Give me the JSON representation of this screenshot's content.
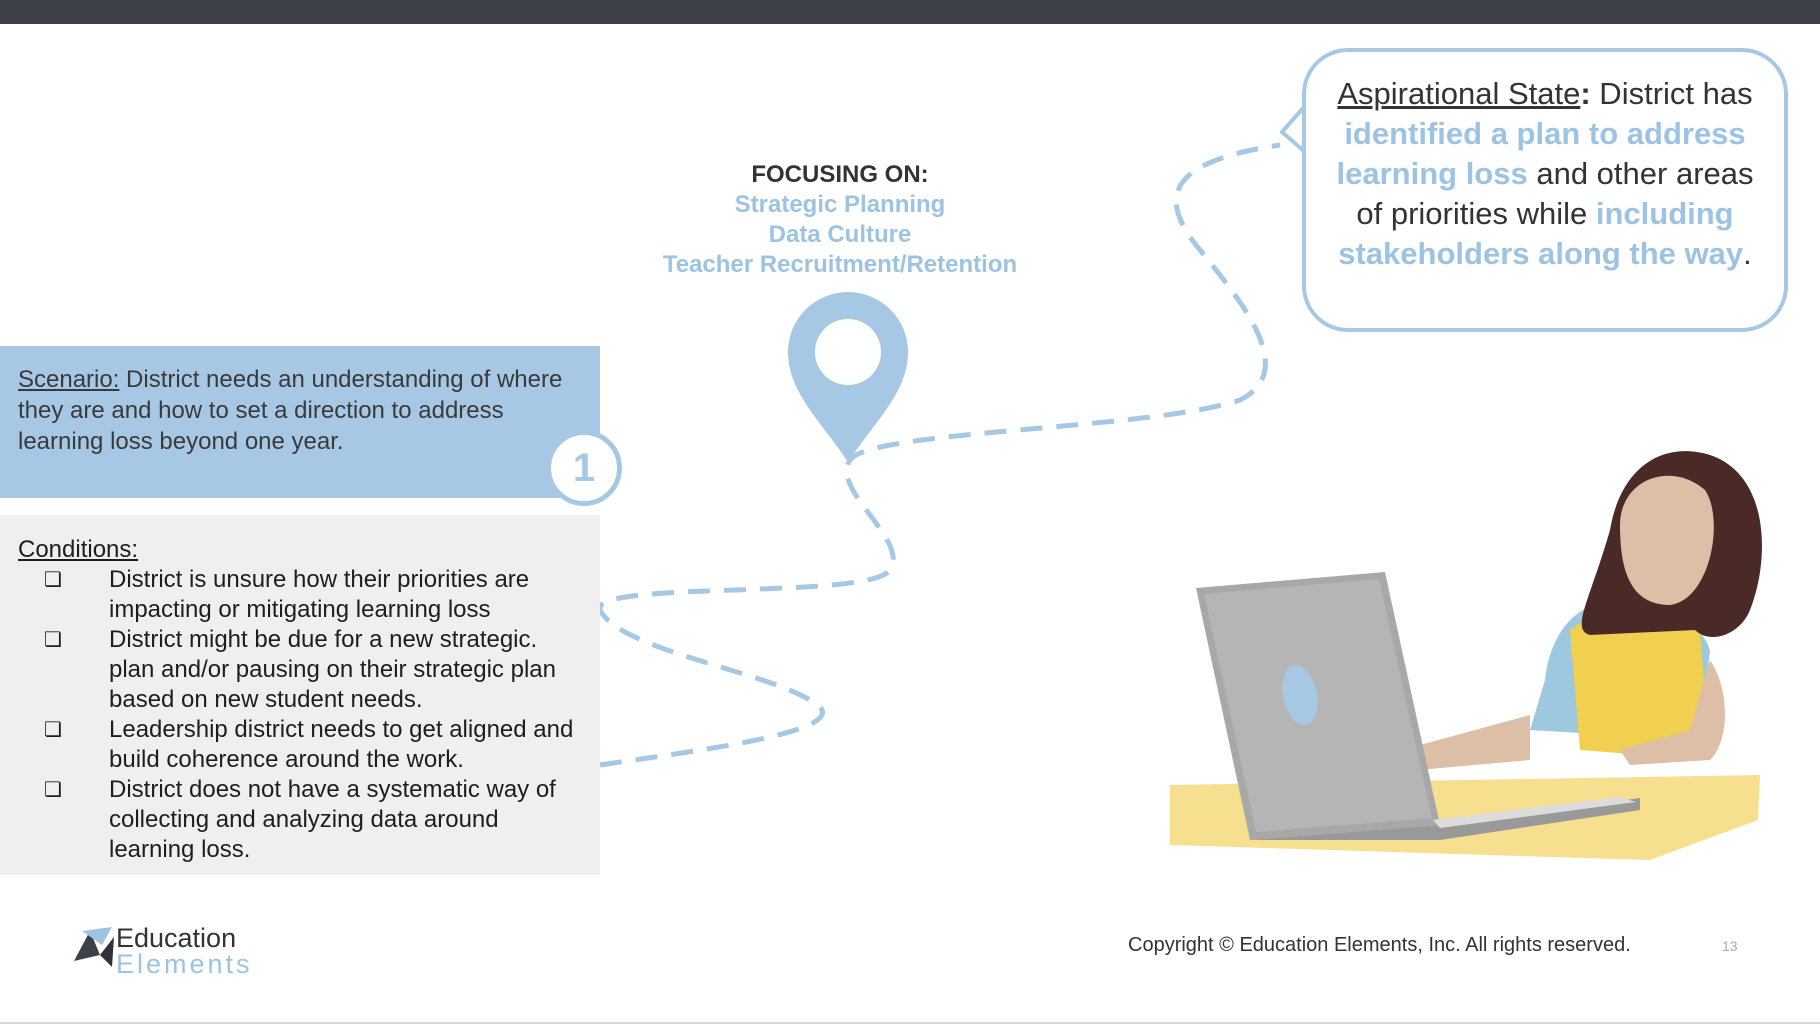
{
  "focusing": {
    "heading": "FOCUSING ON:",
    "items": [
      "Strategic Planning",
      "Data Culture",
      "Teacher Recruitment/Retention"
    ]
  },
  "scenario": {
    "label": "Scenario:",
    "text": " District needs an understanding of where they are and how to set a direction to address learning loss beyond one year."
  },
  "badge": {
    "number": "1"
  },
  "conditions": {
    "label": "Conditions:",
    "bullet": "❏",
    "items": [
      "District is unsure how their priorities are impacting or mitigating learning loss",
      "District might be due for a new strategic. plan and/or pausing on their strategic plan based on new student needs.",
      "Leadership district needs to get aligned and build coherence around the work.",
      "District does not have a systematic way of collecting and analyzing data around learning loss."
    ]
  },
  "aspirational": {
    "label": "Aspirational State",
    "colon": ":",
    "t1": " District has ",
    "h1": "identified a plan to address learning loss",
    "t2": " and other areas of priorities while ",
    "h2": "including stakeholders along the way",
    "t3": "."
  },
  "logo": {
    "line1": "Education",
    "line2": "Elements"
  },
  "footer": {
    "copyright": "Copyright © Education Elements, Inc. All rights reserved.",
    "page_number": "13"
  },
  "colors": {
    "accent_blue": "#a7c8e4",
    "highlight_blue": "#9dc3e2",
    "gray_panel": "#efefef",
    "top_bar": "#3d4049"
  }
}
